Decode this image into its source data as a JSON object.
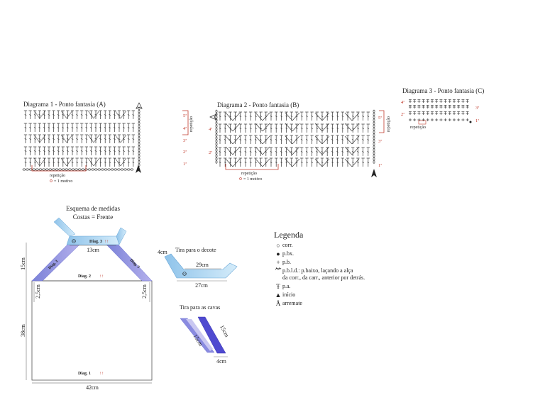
{
  "diagram1": {
    "title": "Diagrama 1 - Ponto fantasia (A)",
    "row_labels": [
      "5ª",
      "4ª",
      "3ª",
      "2ª",
      "1ª"
    ],
    "repeat_side_label": "repetição",
    "repeat_bottom_label": "repetição",
    "motif_label": "= 1 motivo"
  },
  "diagram2": {
    "title": "Diagrama 2 - Ponto fantasia (B)",
    "row_labels_right": [
      "5ª",
      "3ª",
      "1ª"
    ],
    "row_labels_left": [
      "4ª",
      "2ª"
    ],
    "repeat_side_label": "repetição",
    "repeat_bottom_label": "repetição",
    "motif_label": "= 1 motivo"
  },
  "diagram3": {
    "title": "Diagrama 3 - Ponto fantasia (C)",
    "row_labels_left": [
      "4ª",
      "2ª"
    ],
    "row_labels_right": [
      "3ª",
      "1ª"
    ],
    "repeat_label": "repetição"
  },
  "schema": {
    "title_line1": "Esquema de medidas",
    "title_line2": "Costas = Frente",
    "width_top": "13cm",
    "height_yoke": "15cm",
    "height_body": "38cm",
    "width_bottom": "42cm",
    "side_left": "2,5cm",
    "side_right": "2,5cm",
    "diag3_top": "Diag. 3",
    "diag3_left": "Diag. 3",
    "diag3_right": "Diag. 3",
    "diag2": "Diag. 2",
    "diag1": "Diag. 1",
    "arrows": "↑↑"
  },
  "neck_strip": {
    "title": "Tira para o decote",
    "width_label": "4cm",
    "inner_length": "29cm",
    "outer_length": "27cm"
  },
  "arm_strip": {
    "title": "Tira para as cavas",
    "left_length": "15cm",
    "right_length": "15cm",
    "width_label": "4cm"
  },
  "legend": {
    "title": "Legenda",
    "items": [
      {
        "symbol": "○",
        "text": "corr."
      },
      {
        "symbol": "●",
        "text": "p.bx."
      },
      {
        "symbol": "+",
        "text": "p.b."
      },
      {
        "symbol": "⺮",
        "text": "p.b.l.d.: p.baixo, laçando a alça\nda corr., da carr., anterior por detrás."
      },
      {
        "symbol": "Ŧ",
        "text": "p.a."
      },
      {
        "symbol": "▲",
        "text": "início"
      },
      {
        "symbol": "Å",
        "text": "arremate"
      }
    ]
  },
  "colors": {
    "accent_red": "#c0392b",
    "strip_blue": "#5b6fd6",
    "strip_lavender": "#9a96e0",
    "strip_light": "#a9d3ee"
  }
}
